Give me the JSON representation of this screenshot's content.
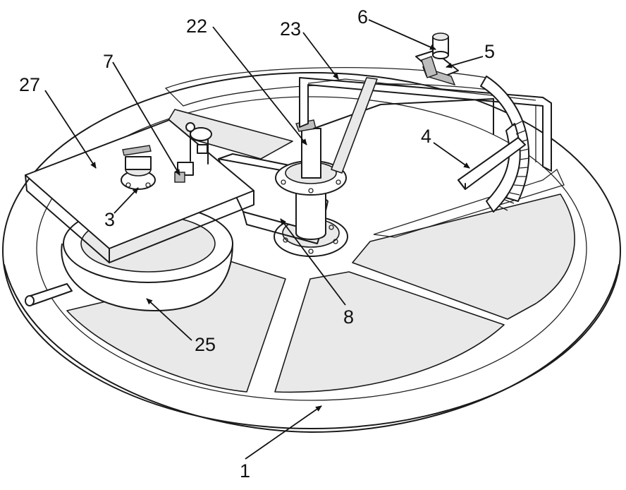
{
  "figure": {
    "labels": [
      {
        "id": "1",
        "text": "1"
      },
      {
        "id": "3",
        "text": "3"
      },
      {
        "id": "4",
        "text": "4"
      },
      {
        "id": "5",
        "text": "5"
      },
      {
        "id": "6",
        "text": "6"
      },
      {
        "id": "7",
        "text": "7"
      },
      {
        "id": "8",
        "text": "8"
      },
      {
        "id": "22",
        "text": "22"
      },
      {
        "id": "23",
        "text": "23"
      },
      {
        "id": "25",
        "text": "25"
      },
      {
        "id": "27",
        "text": "27"
      }
    ]
  }
}
